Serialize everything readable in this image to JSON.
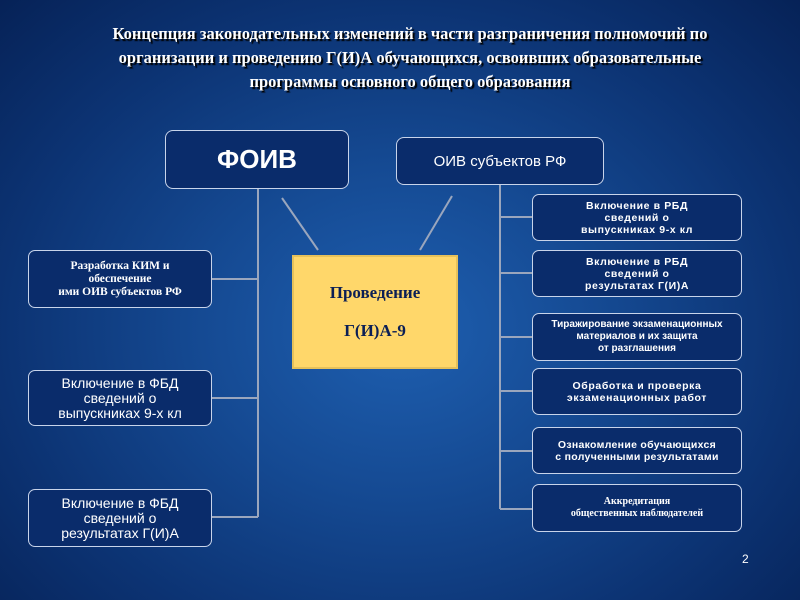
{
  "slide": {
    "title_lines": [
      "Концепция законодательных изменений в части разграничения полномочий по",
      "организации и проведению Г(И)А обучающихся, освоивших образовательные",
      "программы основного общего образования"
    ],
    "page_number": "2"
  },
  "nodes": {
    "foiv": "ФОИВ",
    "oiv": "ОИВ субъектов РФ",
    "center": [
      "Проведение",
      "Г(И)А-9"
    ],
    "left": [
      [
        "Разработка КИМ и",
        "обеспечение",
        "ими ОИВ субъектов РФ"
      ],
      [
        "Включение в ФБД",
        "сведений о",
        "выпускниках 9-х кл"
      ],
      [
        "Включение в ФБД",
        "сведений о",
        "результатах Г(И)А"
      ]
    ],
    "right": [
      [
        "Включение в РБД",
        "сведений о",
        "выпускниках 9-х кл"
      ],
      [
        "Включение в РБД",
        "сведений о",
        "результатах Г(И)А"
      ],
      [
        "Тиражирование экзаменационных",
        "материалов и их защита",
        "от разглашения"
      ],
      [
        "Обработка и проверка",
        "экзаменационных работ"
      ],
      [
        "Ознакомление обучающихся",
        "с полученными результатами"
      ],
      [
        "Аккредитация",
        "общественных наблюдателей"
      ]
    ]
  }
}
